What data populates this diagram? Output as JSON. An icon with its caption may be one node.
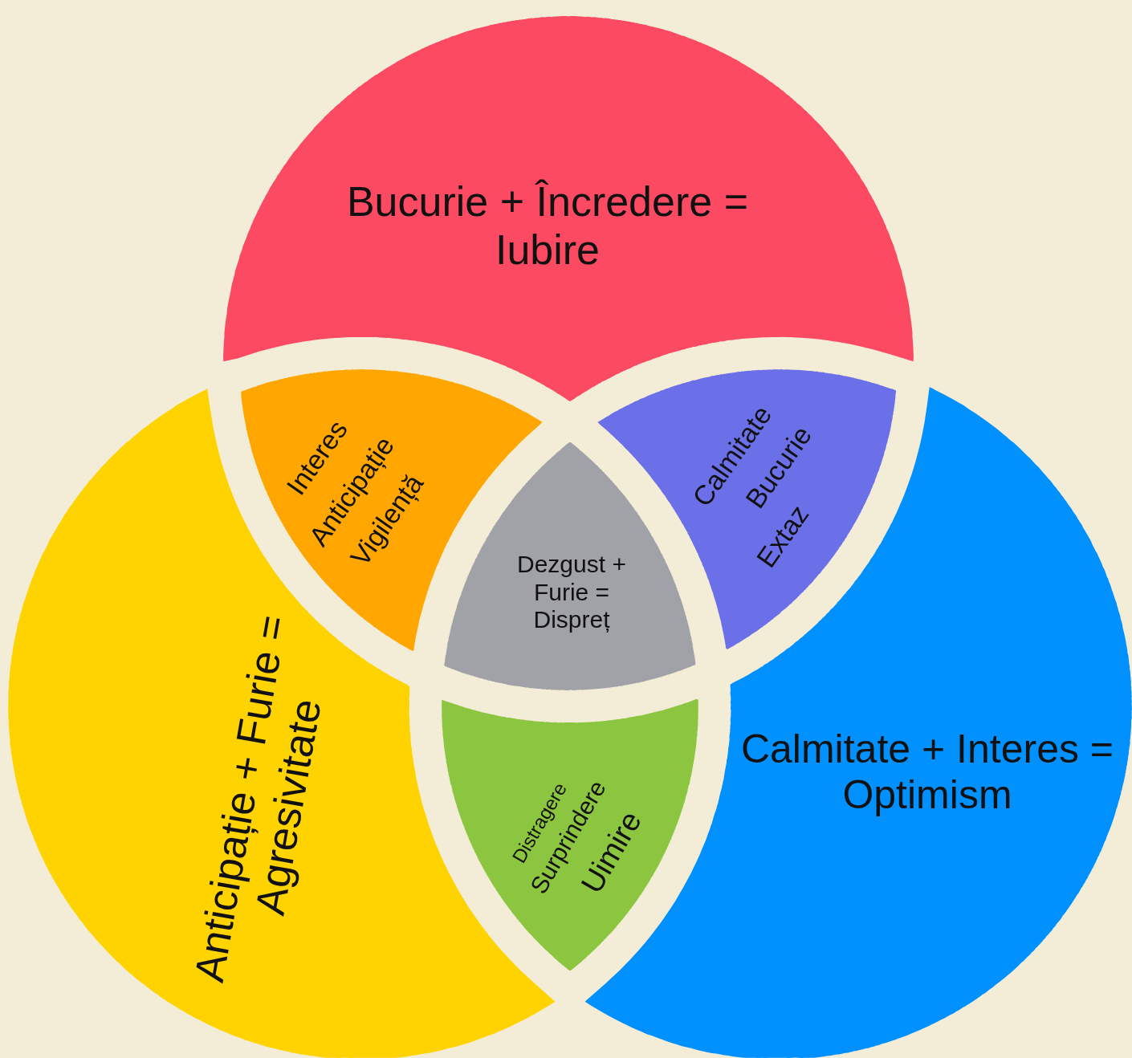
{
  "diagram": {
    "nodes": [
      {
        "text": [
          "Bucurie + Încredere = Iubire"
        ]
      },
      {
        "text": [
          "Interes",
          "Anticipație",
          "Vigilență"
        ]
      },
      {
        "text": [
          "Calmitate",
          "Bucurie",
          "Extaz"
        ]
      },
      {
        "text": [
          "Dezgust + Furie = Dispreț"
        ]
      },
      {
        "text": [
          "Anticipație + Furie = Agresivitate"
        ]
      },
      {
        "text": [
          "Distragere",
          "Surprindere",
          "Uimire"
        ]
      },
      {
        "text": [
          "Calmitate + Interes = Optimism"
        ]
      }
    ]
  }
}
